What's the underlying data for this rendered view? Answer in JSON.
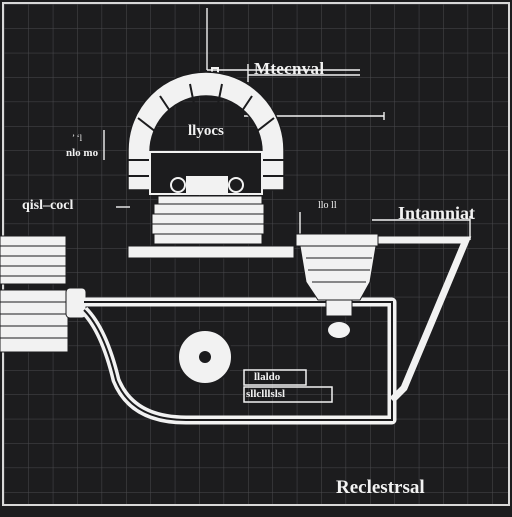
{
  "diagram": {
    "colors": {
      "background": "#1c1c1e",
      "grid": "#4a4a4e",
      "line": "#f2f2f2",
      "accent": "#d8d8d8"
    },
    "labels": {
      "top": "Mtecnval",
      "dome": "llyocs",
      "small_a": "’ ‘l",
      "small_b": "nlo mo",
      "left": "qisl–cocl",
      "tiny": "llo ll",
      "right": "Intamniat",
      "mid_a": "llaldo",
      "mid_b": "sllclllslsl",
      "bottom": "Reclestrsal"
    }
  }
}
